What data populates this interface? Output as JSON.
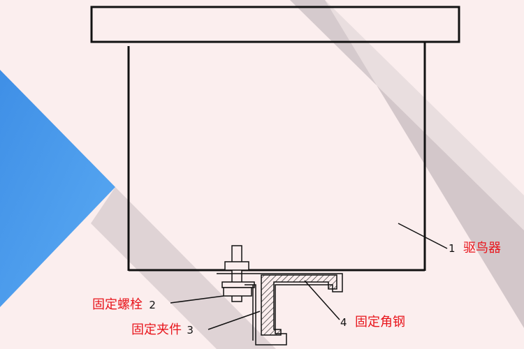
{
  "callouts": [
    {
      "number": "1",
      "text": "驱鸟器"
    },
    {
      "number": "2",
      "text": "固定螺栓"
    },
    {
      "number": "3",
      "text": "固定夹件"
    },
    {
      "number": "4",
      "text": "固定角钢"
    }
  ],
  "colors": {
    "background": "#fbeeee",
    "blue_band": "#4a9bec",
    "shadow": "#9a8f93",
    "stroke": "#111111",
    "label_text": "#e8141b"
  }
}
